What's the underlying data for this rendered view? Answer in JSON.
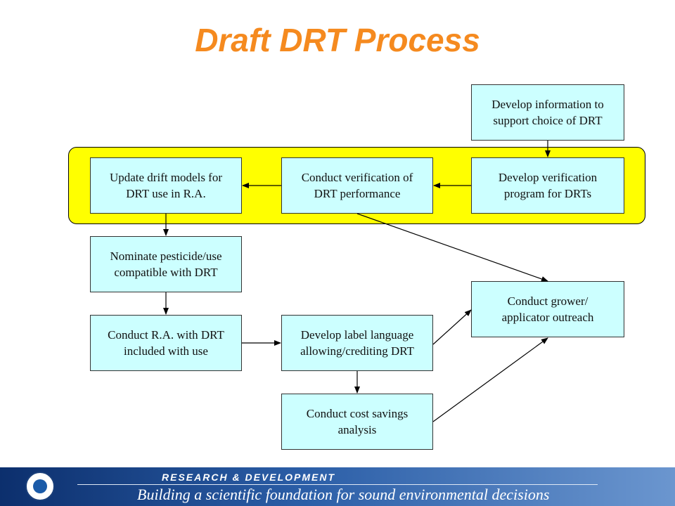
{
  "title": "Draft DRT Process",
  "nodes": {
    "develop_info": "Develop information to\nsupport choice of DRT",
    "update_models": "Update drift models for\nDRT use in R.A.",
    "conduct_verification": "Conduct verification of\nDRT performance",
    "develop_verification": "Develop verification\nprogram for DRTs",
    "nominate": "Nominate pesticide/use\ncompatible with DRT",
    "conduct_ra": "Conduct R.A. with DRT\nincluded with use",
    "develop_label": "Develop label language\nallowing/crediting DRT",
    "outreach": "Conduct grower/\napplicator outreach",
    "cost_savings": "Conduct cost savings\nanalysis"
  },
  "footer": {
    "heading": "RESEARCH & DEVELOPMENT",
    "tagline": "Building a scientific foundation for sound environmental decisions"
  },
  "colors": {
    "title": "#f58a1f",
    "band": "#ffff00",
    "box_fill": "#ccffff",
    "footer_dark": "#0c2f6d"
  }
}
